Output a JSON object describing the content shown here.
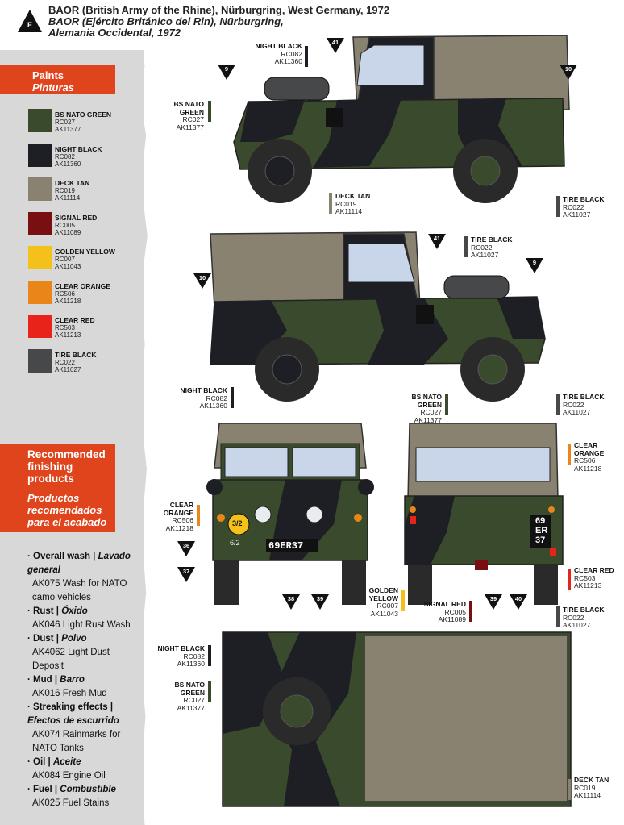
{
  "header": {
    "badge_letter": "E",
    "title_en": "BAOR (British Army of the Rhine), Nürburgring, West Germany, 1972",
    "title_es_1": "BAOR (Ejército Británico del Rin), Nürburgring,",
    "title_es_2": "Alemania Occidental, 1972"
  },
  "paints": {
    "heading_en": "Paints",
    "heading_es": "Pinturas",
    "items": [
      {
        "name": "BS NATO GREEN",
        "rc": "RC027",
        "ak": "AK11377",
        "color": "#3a4a2c"
      },
      {
        "name": "NIGHT BLACK",
        "rc": "RC082",
        "ak": "AK11360",
        "color": "#1e1f24"
      },
      {
        "name": "DECK TAN",
        "rc": "RC019",
        "ak": "AK11114",
        "color": "#8a8270"
      },
      {
        "name": "SIGNAL RED",
        "rc": "RC005",
        "ak": "AK11089",
        "color": "#7a0f12"
      },
      {
        "name": "GOLDEN YELLOW",
        "rc": "RC007",
        "ak": "AK11043",
        "color": "#f4c11a"
      },
      {
        "name": "CLEAR ORANGE",
        "rc": "RC506",
        "ak": "AK11218",
        "color": "#e8861a"
      },
      {
        "name": "CLEAR RED",
        "rc": "RC503",
        "ak": "AK11213",
        "color": "#e8231a"
      },
      {
        "name": "TIRE BLACK",
        "rc": "RC022",
        "ak": "AK11027",
        "color": "#47484a"
      }
    ]
  },
  "finishing": {
    "heading_en": "Recommended finishing products",
    "heading_es": "Productos recomendados para el acabado",
    "groups": [
      {
        "h": "Overall wash |",
        "hi": "Lavado general",
        "prod": "AK075 Wash for NATO camo vehicles"
      },
      {
        "h": "Rust |",
        "hi": "Óxido",
        "prod": "AK046 Light Rust Wash"
      },
      {
        "h": "Dust |",
        "hi": "Polvo",
        "prod": "AK4062 Light Dust Deposit"
      },
      {
        "h": "Mud |",
        "hi": "Barro",
        "prod": "AK016 Fresh Mud"
      },
      {
        "h": "Streaking effects |",
        "hi": "Efectos de escurrido",
        "prod": "AK074 Rainmarks for NATO Tanks"
      },
      {
        "h": "Oil |",
        "hi": "Aceite",
        "prod": "AK084 Engine Oil"
      },
      {
        "h": "Fuel |",
        "hi": "Combustible",
        "prod": "AK025 Fuel Stains"
      }
    ]
  },
  "callouts": {
    "c1": {
      "name": "NIGHT BLACK",
      "rc": "RC082",
      "ak": "AK11360"
    },
    "c2": {
      "name": "BS NATO GREEN",
      "rc": "RC027",
      "ak": "AK11377"
    },
    "c3": {
      "name": "TIRE BLACK",
      "rc": "RC022",
      "ak": "AK11027"
    },
    "c4": {
      "name": "DECK TAN",
      "rc": "RC019",
      "ak": "AK11114"
    },
    "c5": {
      "name": "TIRE BLACK",
      "rc": "RC022",
      "ak": "AK11027"
    },
    "c6": {
      "name": "NIGHT BLACK",
      "rc": "RC082",
      "ak": "AK11360"
    },
    "c7": {
      "name": "BS NATO GREEN",
      "rc": "RC027",
      "ak": "AK11377"
    },
    "c8": {
      "name": "TIRE BLACK",
      "rc": "RC022",
      "ak": "AK11027"
    },
    "c9": {
      "name": "CLEAR ORANGE",
      "rc": "RC506",
      "ak": "AK11218"
    },
    "c10": {
      "name": "CLEAR ORANGE",
      "rc": "RC506",
      "ak": "AK11218"
    },
    "c11": {
      "name": "CLEAR RED",
      "rc": "RC503",
      "ak": "AK11213"
    },
    "c12": {
      "name": "GOLDEN YELLOW",
      "rc": "RC007",
      "ak": "AK11043"
    },
    "c13": {
      "name": "SIGNAL RED",
      "rc": "RC005",
      "ak": "AK11089"
    },
    "c14": {
      "name": "TIRE BLACK",
      "rc": "RC022",
      "ak": "AK11027"
    },
    "c15": {
      "name": "NIGHT BLACK",
      "rc": "RC082",
      "ak": "AK11360"
    },
    "c16": {
      "name": "BS NATO GREEN",
      "rc": "RC027",
      "ak": "AK11377"
    },
    "c17": {
      "name": "DECK TAN",
      "rc": "RC019",
      "ak": "AK11114"
    }
  },
  "markers": {
    "m9a": "9",
    "m41a": "41",
    "m10a": "10",
    "m41b": "41",
    "m9b": "9",
    "m10b": "10",
    "m36": "36",
    "m37": "37",
    "m38": "38",
    "m39a": "39",
    "m39b": "39",
    "m40": "40"
  },
  "plates": {
    "front": "69ER37",
    "rear_1": "69",
    "rear_2": "ER",
    "rear_3": "37",
    "bridge": "3/2",
    "unit": "6/2"
  }
}
